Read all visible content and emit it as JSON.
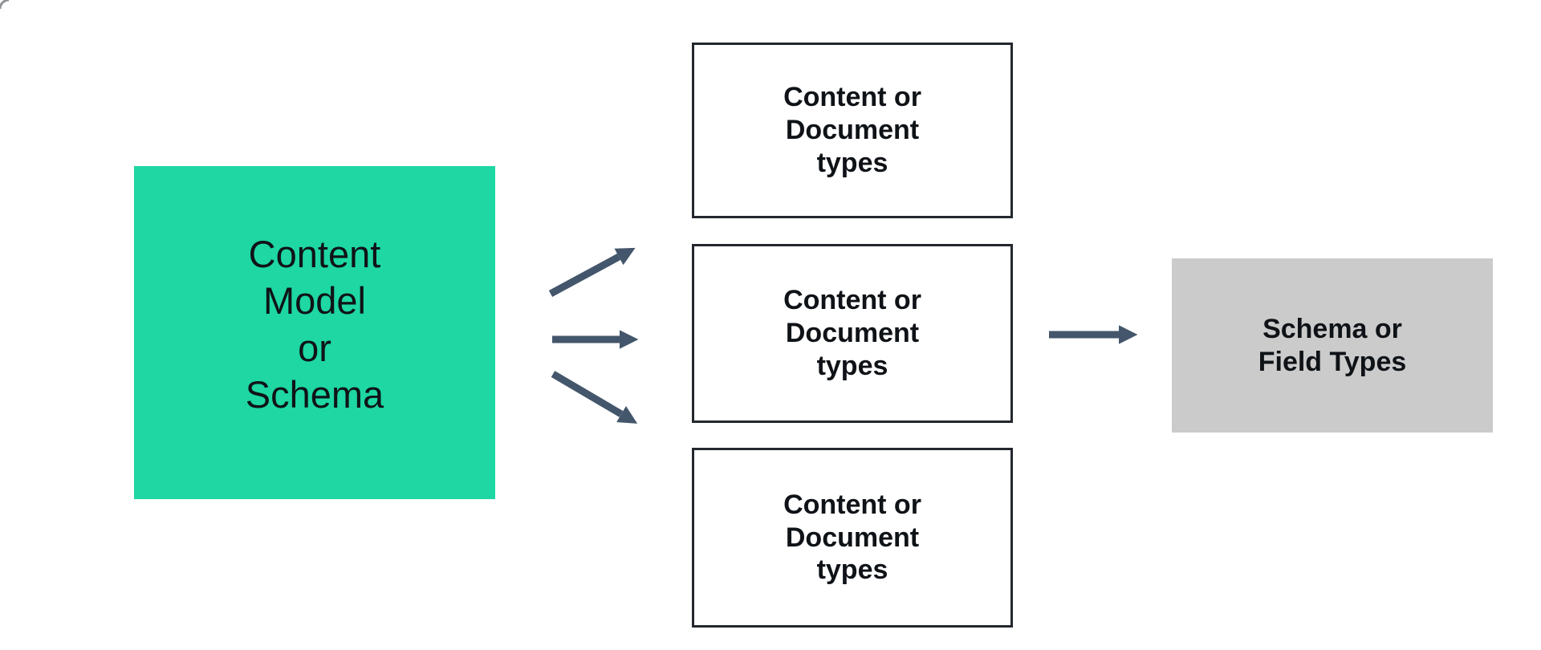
{
  "colors": {
    "accent_green": "#1ED7A3",
    "gray_fill": "#CBCBCB",
    "box_border": "#23272E",
    "arrow": "#44566B",
    "text_dark": "#0F1317",
    "corner_artifact": "#8F9296"
  },
  "source_box": {
    "label": "Content\nModel\nor\nSchema"
  },
  "type_boxes": [
    {
      "label": "Content or\nDocument\ntypes"
    },
    {
      "label": "Content or\nDocument\ntypes"
    },
    {
      "label": "Content or\nDocument\ntypes"
    }
  ],
  "result_box": {
    "label": "Schema or\nField Types"
  }
}
